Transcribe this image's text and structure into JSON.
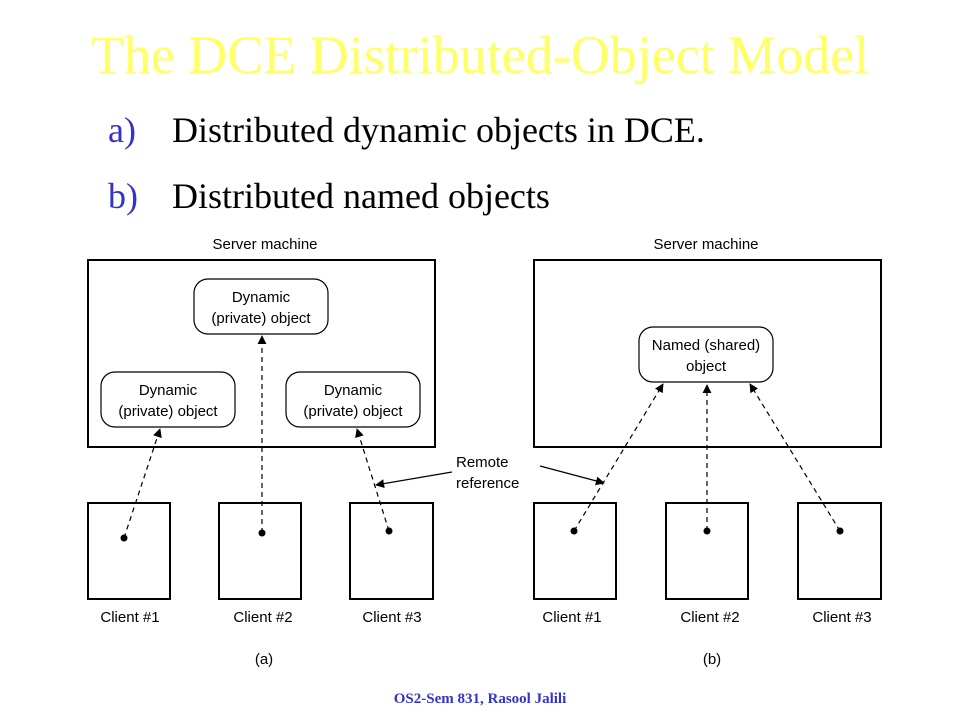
{
  "slide": {
    "title": "The DCE Distributed-Object Model",
    "bullets": [
      {
        "marker": "a)",
        "text": "Distributed dynamic objects in DCE."
      },
      {
        "marker": "b)",
        "text": "Distributed named objects"
      }
    ],
    "footer": "OS2-Sem 831, Rasool Jalili"
  },
  "diagram": {
    "left": {
      "server_label": "Server machine",
      "objects": [
        {
          "line1": "Dynamic",
          "line2": "(private) object"
        },
        {
          "line1": "Dynamic",
          "line2": "(private) object"
        },
        {
          "line1": "Dynamic",
          "line2": "(private) object"
        }
      ],
      "clients": [
        "Client #1",
        "Client #2",
        "Client #3"
      ],
      "caption": "(a)"
    },
    "right": {
      "server_label": "Server machine",
      "object": {
        "line1": "Named (shared)",
        "line2": "object"
      },
      "clients": [
        "Client #1",
        "Client #2",
        "Client #3"
      ],
      "caption": "(b)"
    },
    "remote_reference": {
      "line1": "Remote",
      "line2": "reference"
    }
  }
}
